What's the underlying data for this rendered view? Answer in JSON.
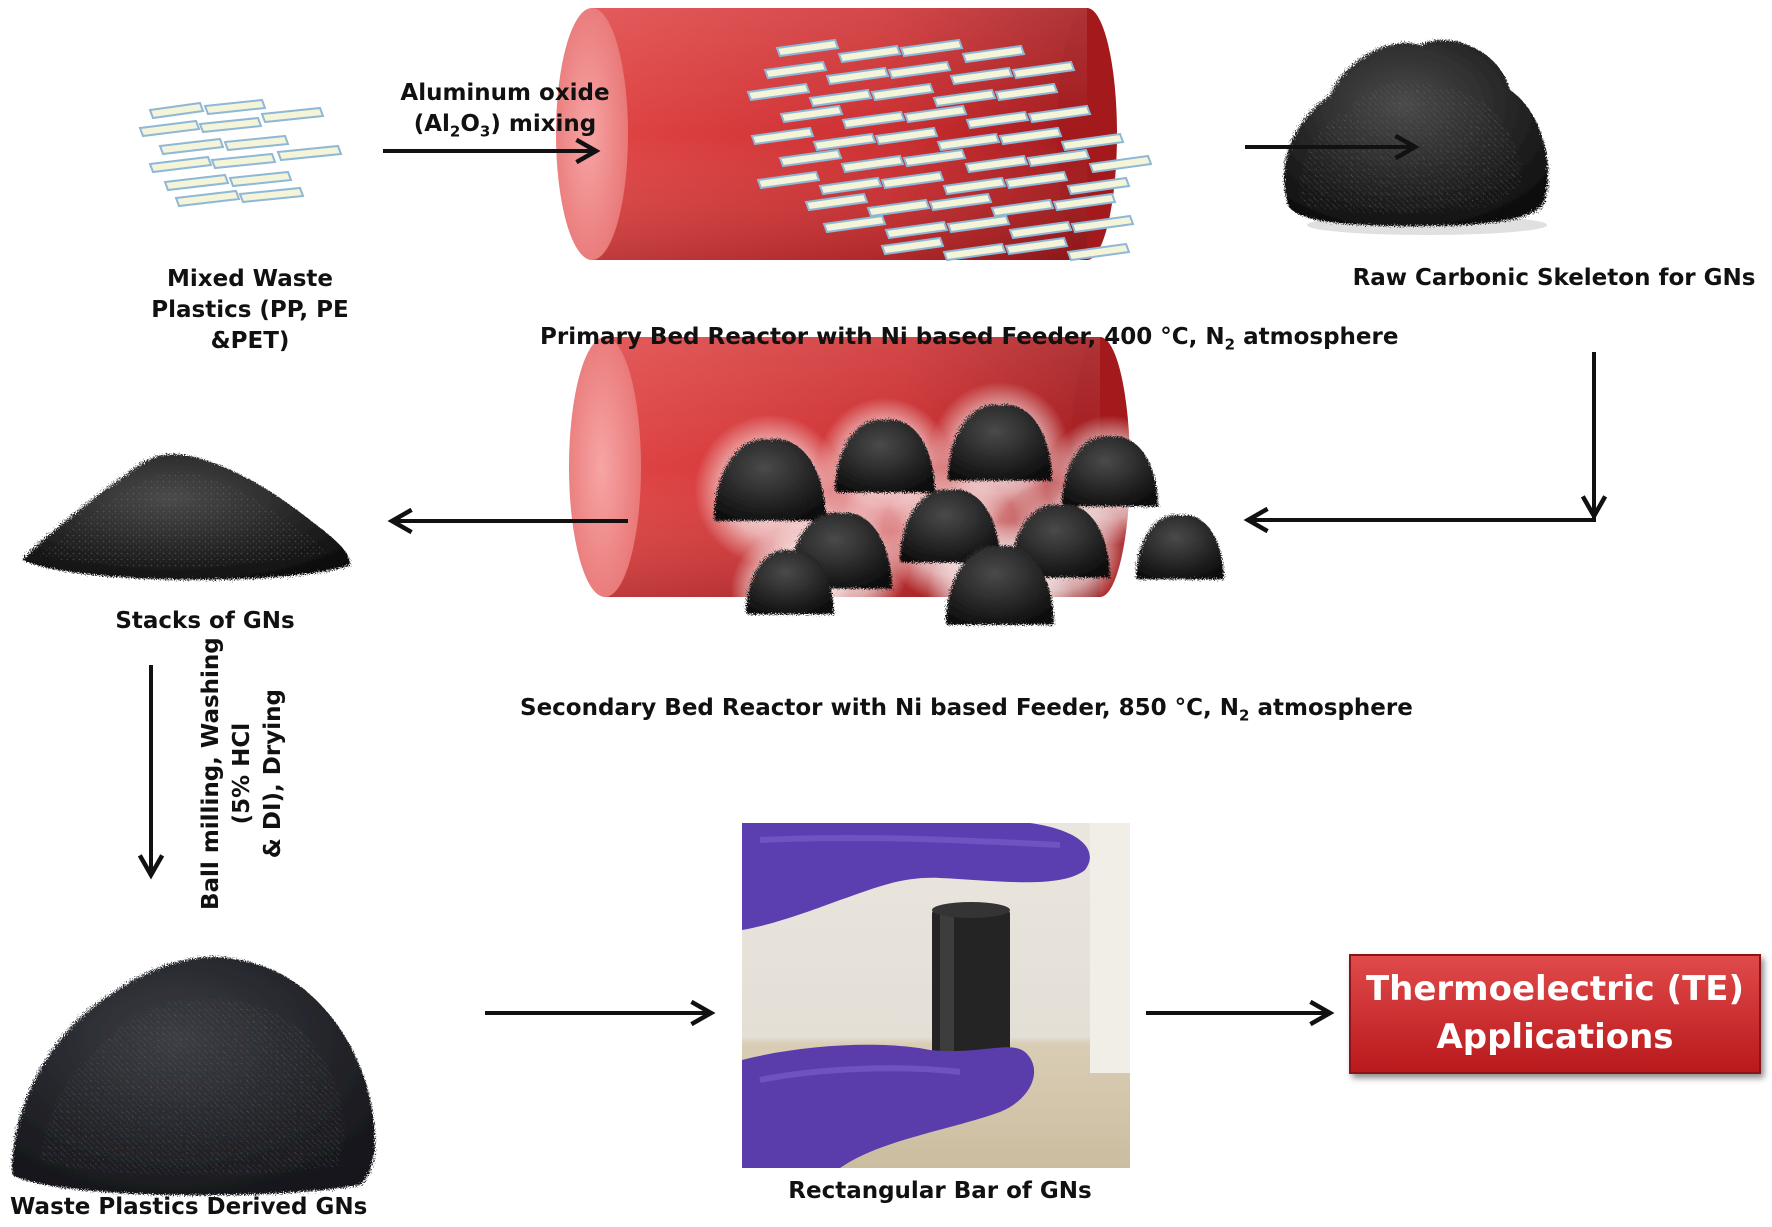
{
  "step_labels": {
    "mixed_waste_line1": "Mixed Waste",
    "mixed_waste_line2": "Plastics (PP, PE",
    "mixed_waste_line3": "&PET)",
    "al2o3_line1": "Aluminum oxide",
    "al2o3_prefix": "(Al",
    "al2o3_sub1": "2",
    "al2o3_mid": "O",
    "al2o3_sub2": "3",
    "al2o3_suffix": ") mixing",
    "primary_reactor_prefix": "Primary Bed Reactor with Ni based Feeder, 400 °C, N",
    "primary_reactor_sub": "2",
    "primary_reactor_suffix": " atmosphere",
    "raw_skeleton": "Raw Carbonic Skeleton for GNs",
    "secondary_reactor_prefix": "Secondary Bed Reactor with Ni based Feeder, 850 °C, N",
    "secondary_reactor_sub": "2",
    "secondary_reactor_suffix": " atmosphere",
    "stacks": "Stacks of GNs",
    "ball_milling_line1": "Ball milling, Washing",
    "ball_milling_line2": "(5% HCl",
    "ball_milling_line3": "& DI), Drying",
    "derived_gns": "Waste Plastics Derived GNs",
    "rect_bar": "Rectangular Bar of GNs",
    "te_line1": "Thermoelectric (TE)",
    "te_line2": "Applications"
  },
  "colors": {
    "reactor_red": "#c8282b",
    "reactor_dark": "#9a1a1d",
    "reactor_cap": "#f08a8a",
    "plastic_fill": "#f4f4d8",
    "plastic_stroke": "#8fb8d6",
    "carbon": "#2a2a2a",
    "glove": "#5b3fb0",
    "arrow": "#111111"
  }
}
